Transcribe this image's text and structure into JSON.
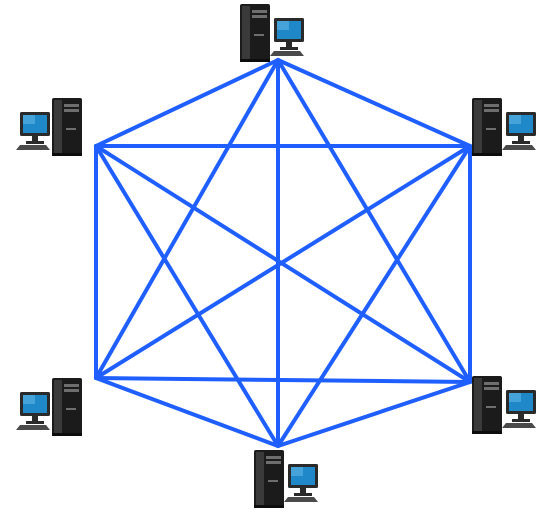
{
  "diagram": {
    "type": "full-mesh-network",
    "link_color": "#1f5fff",
    "nodes": [
      {
        "name": "top",
        "icon": "desktop-computer-icon"
      },
      {
        "name": "upper-right",
        "icon": "desktop-computer-icon"
      },
      {
        "name": "lower-right",
        "icon": "desktop-computer-icon"
      },
      {
        "name": "bottom",
        "icon": "desktop-computer-icon"
      },
      {
        "name": "lower-left",
        "icon": "desktop-computer-icon"
      },
      {
        "name": "upper-left",
        "icon": "desktop-computer-icon"
      }
    ],
    "colors": {
      "tower_dark": "#1b1b1b",
      "tower_mid": "#3a3a3a",
      "tower_light": "#6e6e6e",
      "monitor_frame": "#2a2a2a",
      "screen_blue": "#1e88c8",
      "keyboard": "#4a4a4a"
    }
  }
}
